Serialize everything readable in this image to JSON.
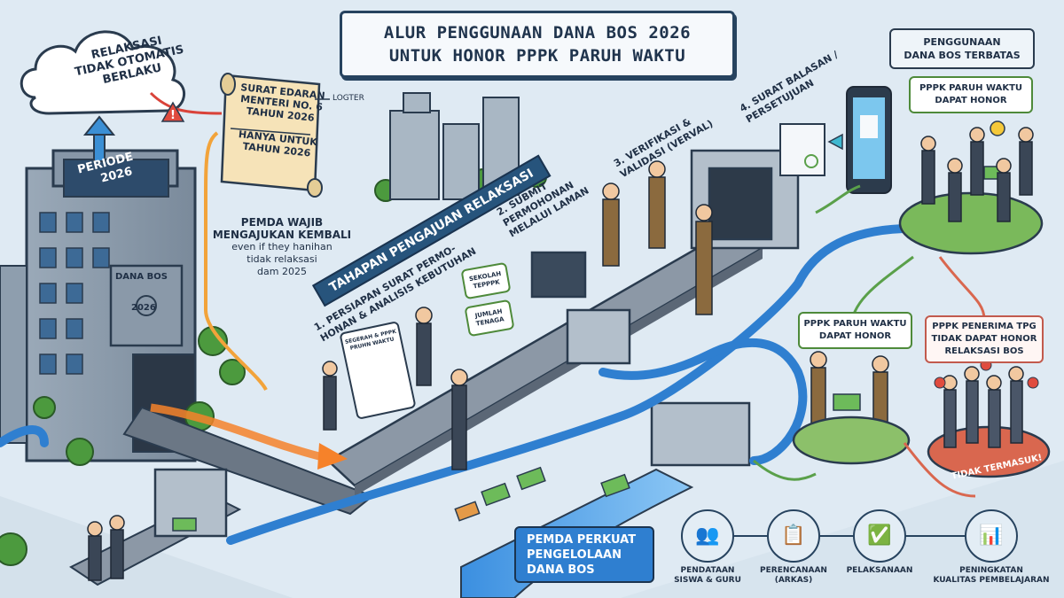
{
  "title": {
    "line1": "ALUR PENGGUNAAN DANA BOS 2026",
    "line2": "UNTUK HONOR PPPK PARUH WAKTU"
  },
  "cloud": {
    "line1": "RELAKSASI",
    "line2": "TIDAK OTOMATIS",
    "line3": "BERLAKU"
  },
  "building": {
    "periode_line1": "PERIODE",
    "periode_line2": "2026",
    "plaque_line1": "DANA BOS",
    "plaque_line2": "2026"
  },
  "scroll": {
    "line1": "SURAT EDARAN",
    "line2": "MENTERI NO. 6",
    "line3": "TAHUN 2026",
    "line4": "HANYA UNTUK",
    "line5": "TAHUN 2026",
    "tag": "LOGTER"
  },
  "pemda_note": {
    "line1": "PEMDA WAJIB",
    "line2": "MENGAJUKAN KEMBALI",
    "line3": "even if they hanihan",
    "line4": "tidak relaksasi",
    "line5": "dam 2025"
  },
  "stage_banner": "TAHAPAN PENGAJUAN RELAKSASI",
  "steps": {
    "s1_line1": "1. PERSIAPAN SURAT PERMO-",
    "s1_line2": "HONAN & ANALISIS KEBUTUHAN",
    "s2_line1": "2. SUBMIT",
    "s2_line2": "PERMOHONAN",
    "s2_line3": "MELALUI LAMAN",
    "s3_line1": "3. VERIFIKASI &",
    "s3_line2": "VALIDASI (VERVAL)",
    "s4_line1": "4. SURAT BALASAN /",
    "s4_line2": "PERSETUJUAN"
  },
  "step1_notes": {
    "n1_line1": "SEKOLAH",
    "n1_line2": "TEPPPK",
    "n2_line1": "JUMLAH",
    "n2_line2": "TENAGA",
    "board_line1": "SEGERAH & PPPK",
    "board_line2": "PRUHN WAKTU"
  },
  "top_right": {
    "header_line1": "PENGGUNAAN",
    "header_line2": "DANA BOS TERBATAS",
    "bubble_line1": "PPPK PARUH WAKTU",
    "bubble_line2": "DAPAT HONOR"
  },
  "mid_left_bubble": {
    "line1": "PPPK PARUH WAKTU",
    "line2": "DAPAT HONOR"
  },
  "mid_right_bubble": {
    "line1": "PPPK PENERIMA TPG",
    "line2": "TIDAK DAPAT HONOR",
    "line3": "RELAKSASI BOS"
  },
  "tidak_termasuk": "TIDAK TERMASUK!",
  "pemda_perkuat": {
    "line1": "PEMDA PERKUAT",
    "line2": "PENGELOLAAN",
    "line3": "DANA BOS"
  },
  "bottom_steps": [
    {
      "line1": "PENDATAAN",
      "line2": "SISWA & GURU",
      "icon": "people-icon"
    },
    {
      "line1": "PERENCANAAN",
      "line2": "(ARKAS)",
      "icon": "checklist-icon"
    },
    {
      "line1": "PELAKSANAAN",
      "line2": "",
      "icon": "calendar-check-icon"
    },
    {
      "line1": "PENINGKATAN",
      "line2": "KUALITAS PEMBELAJARAN",
      "icon": "presentation-icon"
    }
  ],
  "colors": {
    "background": "#dfeaf3",
    "navy": "#27435f",
    "banner_blue": "#27547c",
    "pipe_blue": "#2f7fd0",
    "arrow_orange": "#f2a33a",
    "warning_red": "#d9433a",
    "success_green": "#5aa04a",
    "platform_green": "#8cc06a",
    "platform_red": "#d9674f"
  }
}
